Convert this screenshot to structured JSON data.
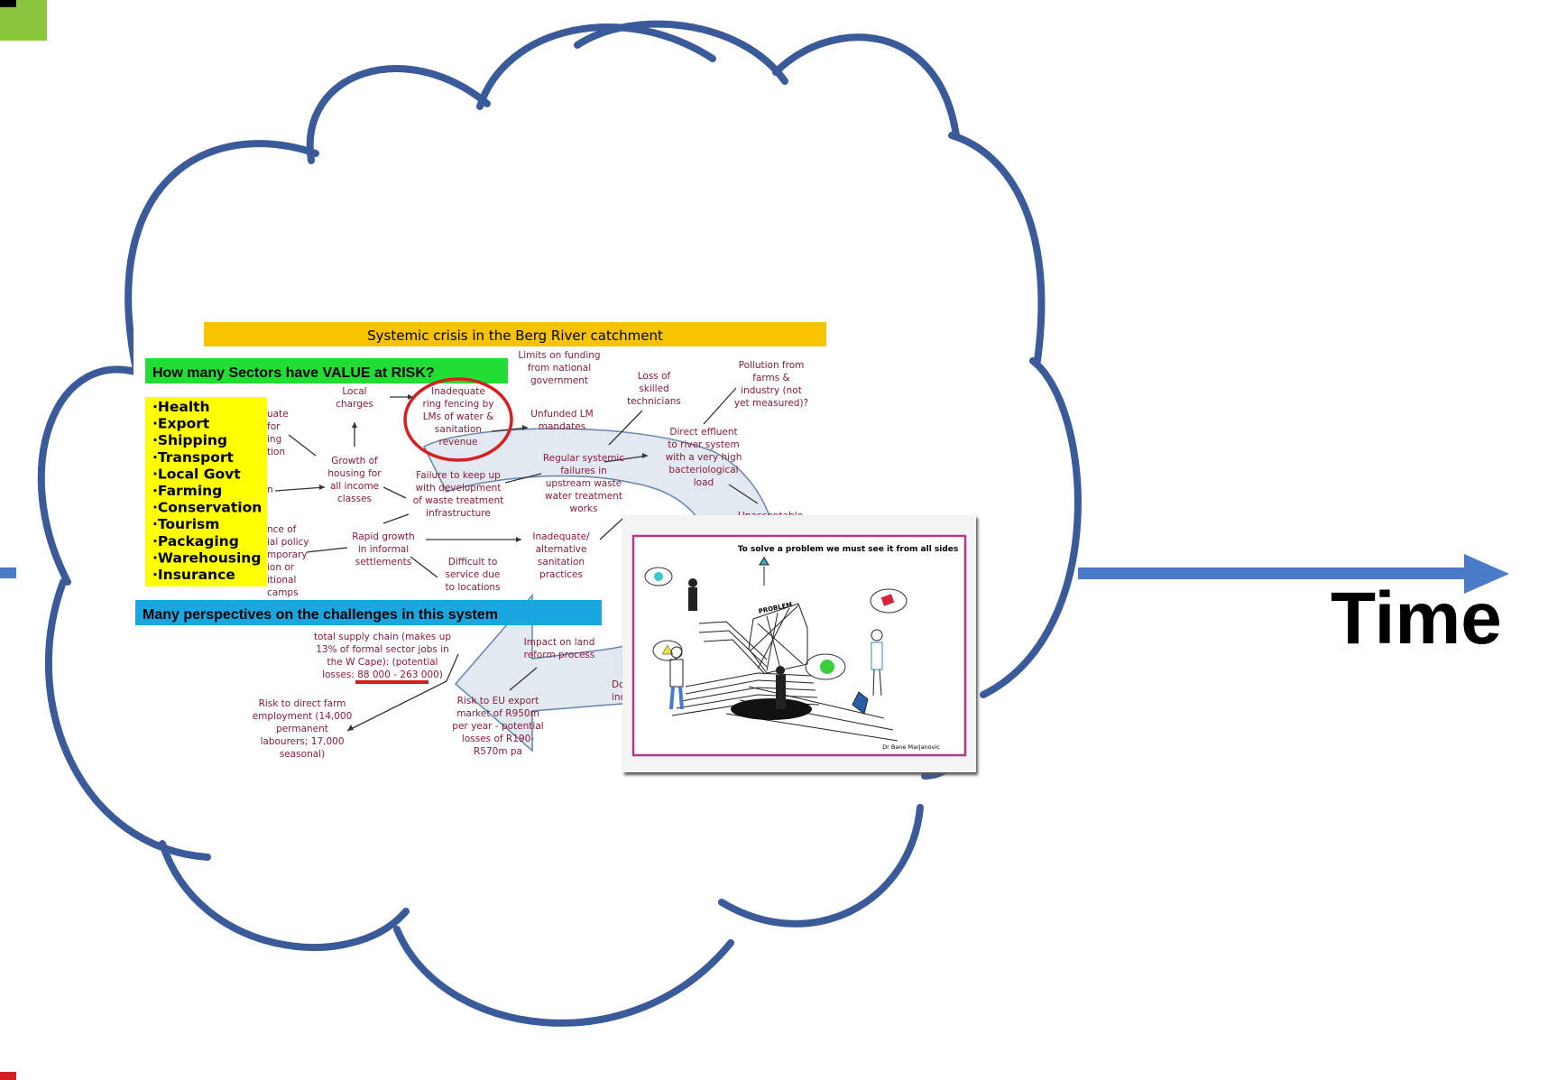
{
  "time_label": "Time",
  "colors": {
    "cloud_outline": "#3a5a9a",
    "arrow": "#4a7bc8",
    "accent_red": "#d42020"
  },
  "main_slide": {
    "title": "Systemic crisis in the Berg River catchment",
    "value_at_risk_heading": "How many Sectors have VALUE at RISK?",
    "sectors": [
      "·Health",
      "·Export",
      "·Shipping",
      "·Transport",
      "·Local Govt",
      "·Farming",
      "·Conservation",
      "·Tourism",
      "·Packaging",
      "·Warehousing",
      "·Insurance"
    ],
    "perspectives_heading": "Many perspectives on the challenges in this system",
    "nodes": {
      "limits_funding": [
        "Limits on funding",
        "from national",
        "government"
      ],
      "local_charges": [
        "Local",
        "charges"
      ],
      "inadequate_ring": [
        "Inadequate",
        "ring fencing by",
        "LMs of water &",
        "sanitation",
        "revenue"
      ],
      "unfunded_lm": [
        "Unfunded LM",
        "mandates"
      ],
      "loss_skilled": [
        "Loss of",
        "skilled",
        "technicians"
      ],
      "pollution": [
        "Pollution from",
        "farms &",
        "industry (not",
        "yet measured)?"
      ],
      "direct_effluent": [
        "Direct effluent",
        "to river system",
        "with a very high",
        "bacteriological",
        "load"
      ],
      "partial_left_a": [
        "uate",
        "for",
        "ing",
        "tion"
      ],
      "growth_housing": [
        "Growth of",
        "housing for",
        "all income",
        "classes"
      ],
      "failure_keep": [
        "Failure to keep up",
        "with development",
        "of waste treatment",
        "infrastructure"
      ],
      "regular_systemic": [
        "Regular systemic",
        "failures in",
        "upstream waste",
        "water treatment",
        "works"
      ],
      "partial_left_b": [
        "n"
      ],
      "partial_left_c": [
        "nce of",
        "ial policy",
        "mporary",
        "ion or",
        "itional",
        "camps"
      ],
      "rapid_growth": [
        "Rapid growth",
        "in informal",
        "settlements"
      ],
      "inadequate_alt": [
        "Inadequate/",
        "alternative",
        "sanitation",
        "practices"
      ],
      "difficult_service": [
        "Difficult to",
        "service due",
        "to locations"
      ],
      "partial_right": [
        "Unacceptable"
      ],
      "supply_chain": [
        "total supply chain (makes up",
        "13% of formal sector jobs in",
        "the W Cape): (potential",
        "losses: 88 000 - 263 000)"
      ],
      "impact_land": [
        "Impact on land",
        "reform process"
      ],
      "risk_farm": [
        "Risk to direct farm",
        "employment (14,000",
        "permanent",
        "labourers; 17,000",
        "seasonal)"
      ],
      "risk_eu": [
        "Risk to EU export",
        "market of  R950m",
        "per year - potential",
        "losses of R190-",
        "R570m pa"
      ],
      "partial_do": [
        "Do",
        "inc"
      ]
    }
  },
  "inset_image": {
    "caption": "To solve a problem we must see it from all sides",
    "center_label": "PROBLEM",
    "credit": "Dr Bane Marjanovic"
  }
}
